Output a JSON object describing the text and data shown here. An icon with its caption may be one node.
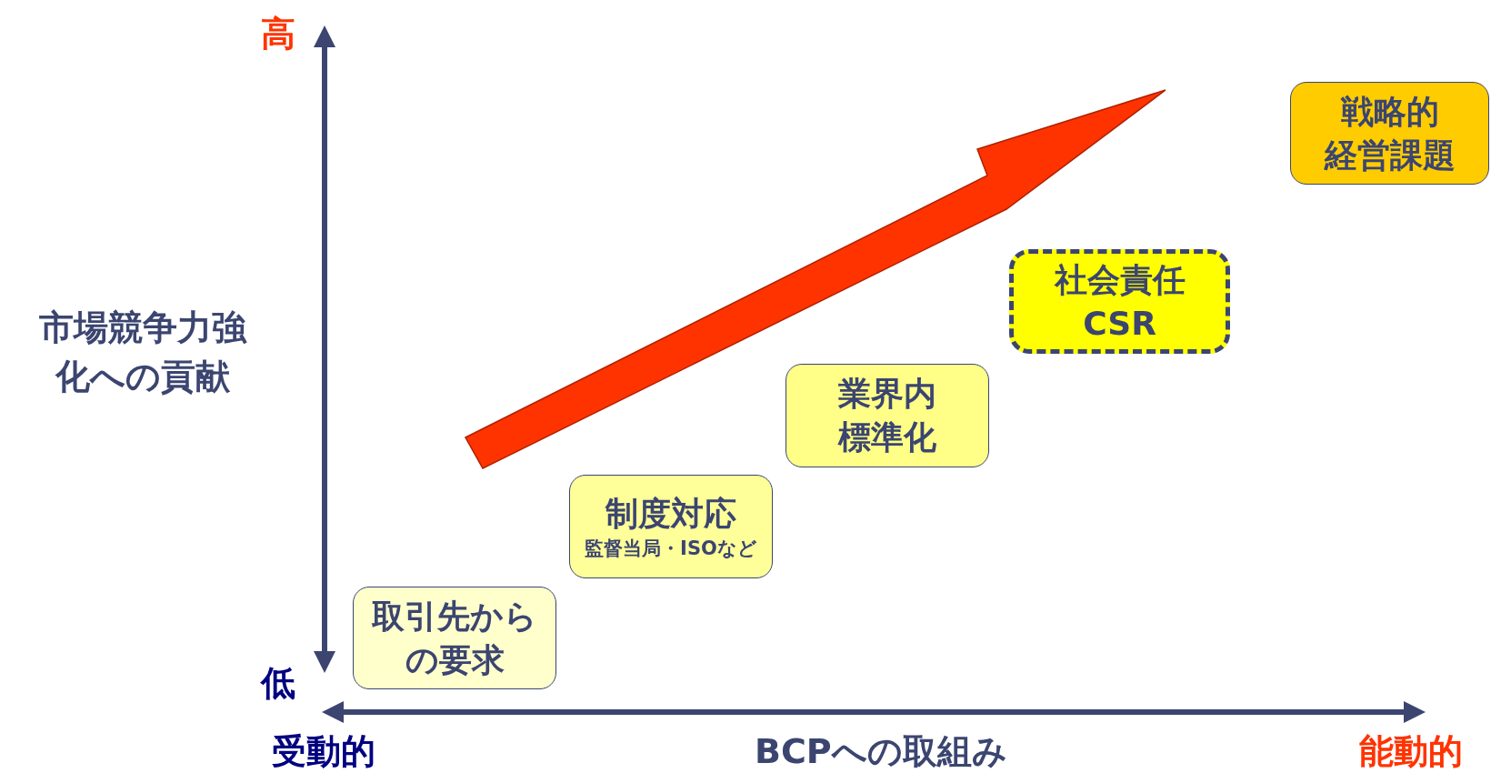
{
  "diagram": {
    "nodes": [
      {
        "text": [
          "取引先からの要求"
        ]
      },
      {
        "text": [
          "制度対応",
          "監督当局・ISOなど"
        ]
      },
      {
        "text": [
          "業界内標準化"
        ]
      },
      {
        "text": [
          "社会責任",
          "CSR"
        ]
      },
      {
        "text": [
          "戦略的経営課題"
        ]
      }
    ],
    "labels": [
      "高",
      "市場競争力強化への貢献",
      "低",
      "受動的",
      "BCPへの取組み",
      "能動的"
    ]
  }
}
